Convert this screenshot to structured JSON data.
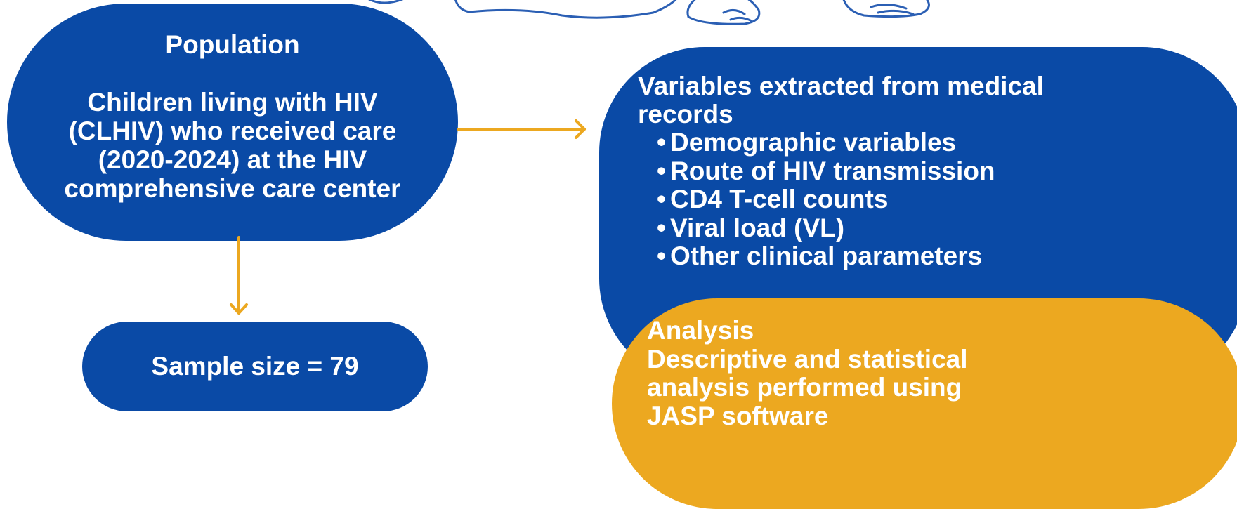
{
  "population": {
    "heading": "Population",
    "lines": [
      "Children living with HIV",
      "(CLHIV) who received care",
      "(2020-2024) at the HIV",
      "comprehensive care center"
    ]
  },
  "sample": {
    "label": "Sample size = 79"
  },
  "variables": {
    "heading": "Variables extracted from medical records",
    "bullet": "•",
    "items": [
      "Demographic variables",
      "Route of HIV transmission",
      "CD4 T-cell counts",
      "Viral load (VL)",
      "Other clinical parameters"
    ]
  },
  "analysis": {
    "heading": "Analysis",
    "body": "Descriptive and statistical analysis performed using JASP software"
  },
  "colors": {
    "box_blue": "#0a4aa6",
    "box_gold": "#eca820",
    "arrow": "#eca820",
    "text": "#ffffff",
    "illustration_stroke": "#2b5fb4"
  },
  "icons": {
    "decorative_illustration": "baby-sketch-illustration"
  }
}
